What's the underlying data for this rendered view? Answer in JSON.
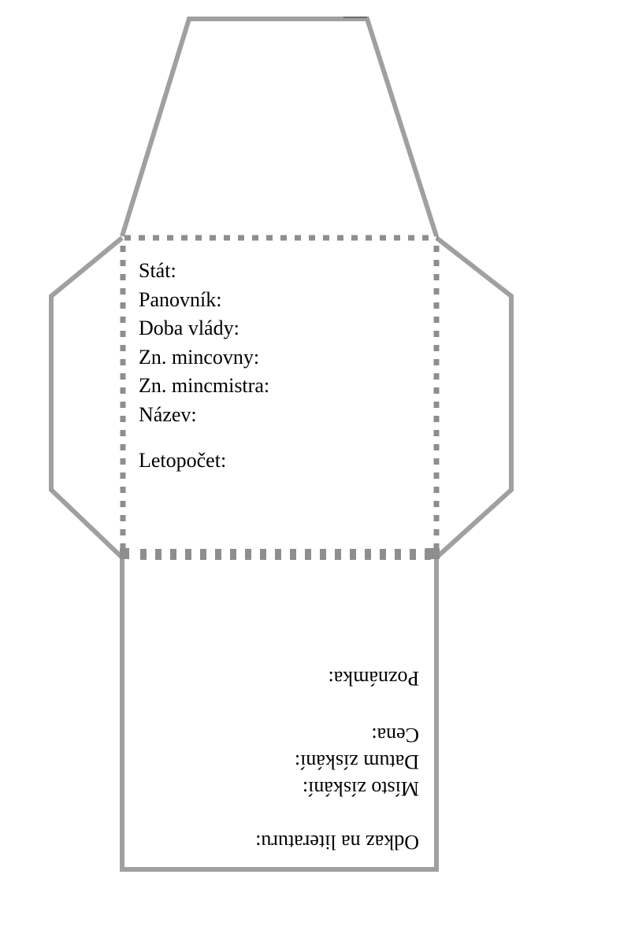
{
  "colors": {
    "outline": "#a0a0a0",
    "outline_shade": "#6c6c6c",
    "text": "#000000",
    "background": "#ffffff"
  },
  "front": {
    "fields": [
      {
        "label": "Stát:"
      },
      {
        "label": "Panovník:"
      },
      {
        "label": "Doba vlády:"
      },
      {
        "label": "Zn. mincovny:"
      },
      {
        "label": "Zn. mincmistra:"
      },
      {
        "label": "Název:"
      },
      {
        "label": "Letopočet:"
      }
    ]
  },
  "back": {
    "fields": [
      {
        "label": "Odkaz na literaturu:"
      },
      {
        "label": "Místo získání:"
      },
      {
        "label": "Datum získání:"
      },
      {
        "label": "Cena:"
      },
      {
        "label": "Poznámka:"
      }
    ]
  }
}
